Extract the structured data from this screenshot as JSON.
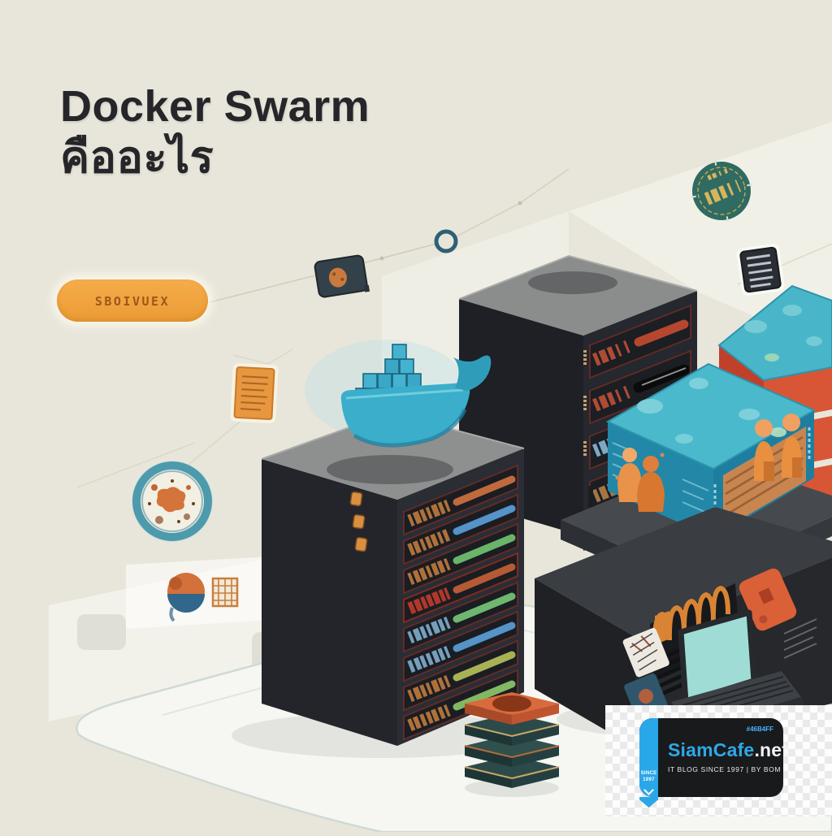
{
  "header": {
    "title_line1": "Docker Swarm",
    "title_line2": "คืออะไร"
  },
  "cta": {
    "label": "SBOIVUEX"
  },
  "brand_badge": {
    "hex_code": "#46B4FF",
    "name": "SiamCafe",
    "tld": ".net",
    "tagline": "IT BLOG SINCE 1997 | BY BOM",
    "ribbon_top": "SINCE",
    "ribbon_bottom": "1997"
  },
  "palette": {
    "background": "#E8E6DA",
    "title_text": "#26262A",
    "cta_orange": "#F2A33C",
    "cta_text": "#9C571B",
    "docker_teal": "#3AAECB",
    "rack_body_dark": "#23252B",
    "container_red": "#C1402A",
    "container_blue": "#2387A8",
    "brand_blue": "#2FA8E5",
    "logo_card": "#191A1C"
  },
  "illustration": {
    "rack1_bars": [
      "#C06A3C",
      "#5593C8",
      "#69B469",
      "#B55A35",
      "#6FB66F",
      "#5593C8",
      "#A8B255",
      "#83B862"
    ],
    "rack1_readouts": [
      "#C9803F",
      "#C9803F",
      "#C9803F",
      "#C23B2A",
      "#86B6D8",
      "#86B6D8",
      "#C9803F",
      "#C9803F"
    ],
    "rack2_bars": [
      "#B5472F",
      "#0B0B0B",
      "#C4703A",
      "#C4703A"
    ],
    "rack2_readouts": [
      "#C05038",
      "#C05038",
      "#88B8D8",
      "#B58048"
    ],
    "icons": [
      "docker-whale-icon",
      "globe-splatter-badge-icon",
      "document-icon",
      "chip-card-icon",
      "ring-icon",
      "coin-seal-icon",
      "list-card-icon",
      "pie-sphere-icon",
      "grid-icon",
      "group-users-icon",
      "laptop-icon",
      "layer-stack-icon"
    ]
  }
}
